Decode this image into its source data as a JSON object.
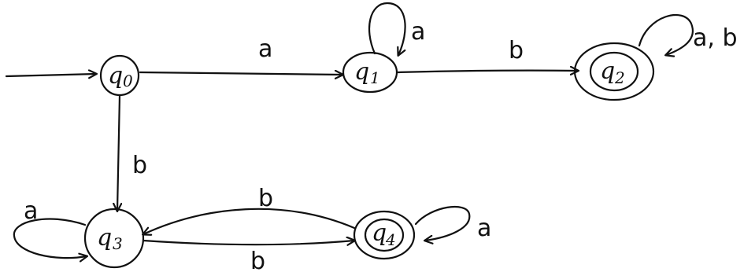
{
  "diagram": {
    "type": "finite-automaton",
    "start_state": "q0",
    "states": [
      {
        "id": "q0",
        "label": "q",
        "sub": "0",
        "accepting": false
      },
      {
        "id": "q1",
        "label": "q",
        "sub": "1",
        "accepting": false
      },
      {
        "id": "q2",
        "label": "q",
        "sub": "2",
        "accepting": true
      },
      {
        "id": "q3",
        "label": "q",
        "sub": "3",
        "accepting": false
      },
      {
        "id": "q4",
        "label": "q",
        "sub": "4",
        "accepting": true
      }
    ],
    "transitions": [
      {
        "from": "q0",
        "to": "q1",
        "label": "a"
      },
      {
        "from": "q1",
        "to": "q1",
        "label": "a"
      },
      {
        "from": "q1",
        "to": "q2",
        "label": "b"
      },
      {
        "from": "q2",
        "to": "q2",
        "label": "a, b"
      },
      {
        "from": "q0",
        "to": "q3",
        "label": "b"
      },
      {
        "from": "q3",
        "to": "q3",
        "label": "a"
      },
      {
        "from": "q3",
        "to": "q4",
        "label": "b"
      },
      {
        "from": "q4",
        "to": "q3",
        "label": "b"
      },
      {
        "from": "q4",
        "to": "q4",
        "label": "a"
      }
    ]
  }
}
